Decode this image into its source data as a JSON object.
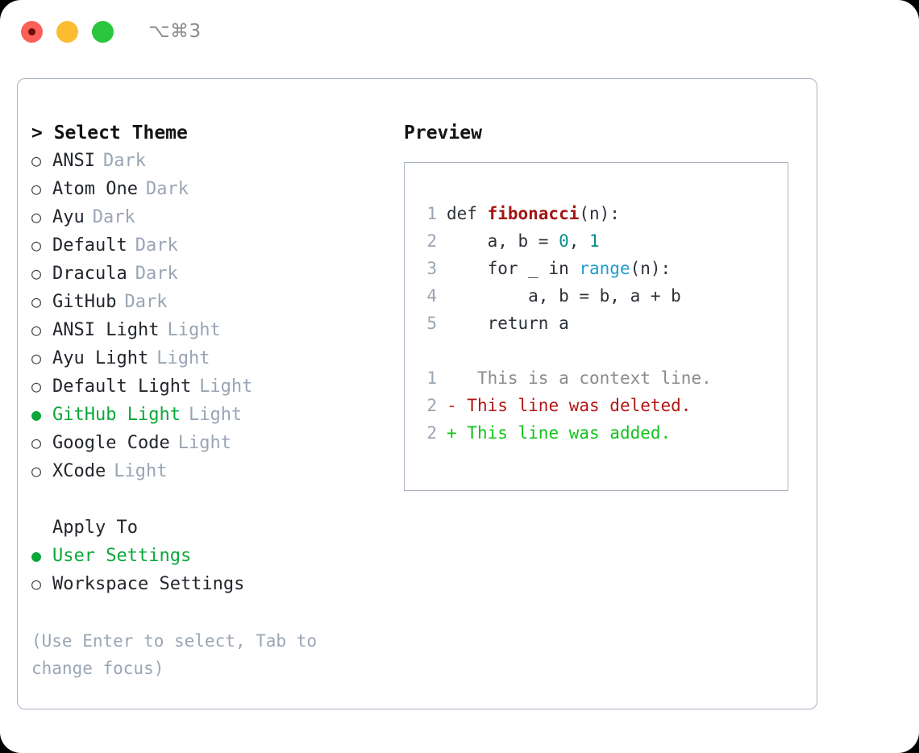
{
  "titlebar": {
    "shortcut": "⌥⌘3",
    "lights": [
      "close-record",
      "minimize",
      "maximize"
    ]
  },
  "theme_panel": {
    "heading": "> Select Theme",
    "items": [
      {
        "marker": "○",
        "label": "ANSI",
        "tag": "Dark",
        "selected": false
      },
      {
        "marker": "○",
        "label": "Atom One",
        "tag": "Dark",
        "selected": false
      },
      {
        "marker": "○",
        "label": "Ayu",
        "tag": "Dark",
        "selected": false
      },
      {
        "marker": "○",
        "label": "Default",
        "tag": "Dark",
        "selected": false
      },
      {
        "marker": "○",
        "label": "Dracula",
        "tag": "Dark",
        "selected": false
      },
      {
        "marker": "○",
        "label": "GitHub",
        "tag": "Dark",
        "selected": false
      },
      {
        "marker": "○",
        "label": "ANSI Light",
        "tag": "Light",
        "selected": false
      },
      {
        "marker": "○",
        "label": "Ayu Light",
        "tag": "Light",
        "selected": false
      },
      {
        "marker": "○",
        "label": "Default Light",
        "tag": "Light",
        "selected": false
      },
      {
        "marker": "●",
        "label": "GitHub Light",
        "tag": "Light",
        "selected": true
      },
      {
        "marker": "○",
        "label": "Google Code",
        "tag": "Light",
        "selected": false
      },
      {
        "marker": "○",
        "label": "XCode",
        "tag": "Light",
        "selected": false
      }
    ],
    "apply_to": {
      "title": "Apply To",
      "items": [
        {
          "marker": "●",
          "label": "User Settings",
          "selected": true
        },
        {
          "marker": "○",
          "label": "Workspace Settings",
          "selected": false
        }
      ]
    },
    "hint": "(Use Enter to select, Tab to change focus)"
  },
  "preview": {
    "heading": "Preview",
    "code_lines": [
      {
        "no": "1",
        "segments": [
          {
            "text": "def ",
            "style": "plain"
          },
          {
            "text": "fibonacci",
            "style": "fn"
          },
          {
            "text": "(n):",
            "style": "plain"
          }
        ]
      },
      {
        "no": "2",
        "segments": [
          {
            "text": "    a, b = ",
            "style": "plain"
          },
          {
            "text": "0",
            "style": "num"
          },
          {
            "text": ", ",
            "style": "plain"
          },
          {
            "text": "1",
            "style": "num"
          }
        ]
      },
      {
        "no": "3",
        "segments": [
          {
            "text": "    for _ in ",
            "style": "plain"
          },
          {
            "text": "range",
            "style": "call"
          },
          {
            "text": "(n):",
            "style": "plain"
          }
        ]
      },
      {
        "no": "4",
        "segments": [
          {
            "text": "        a, b = b, a + b",
            "style": "plain"
          }
        ]
      },
      {
        "no": "5",
        "segments": [
          {
            "text": "    return a",
            "style": "plain"
          }
        ]
      }
    ],
    "diff_lines": [
      {
        "no": "1",
        "mark": " ",
        "text": "  This is a context line.",
        "kind": "ctx"
      },
      {
        "no": "2",
        "mark": "-",
        "text": " This line was deleted.",
        "kind": "del"
      },
      {
        "no": "2",
        "mark": "+",
        "text": " This line was added.",
        "kind": "add"
      }
    ]
  },
  "colors": {
    "accent_green": "#0ba73a",
    "muted": "#9aa5b4",
    "border": "#a9b3c1",
    "diff_delete": "#b31612",
    "diff_add": "#12c21a",
    "token_function": "#a31515",
    "token_call": "#1e9ccb",
    "token_number": "#0a8d8d"
  }
}
